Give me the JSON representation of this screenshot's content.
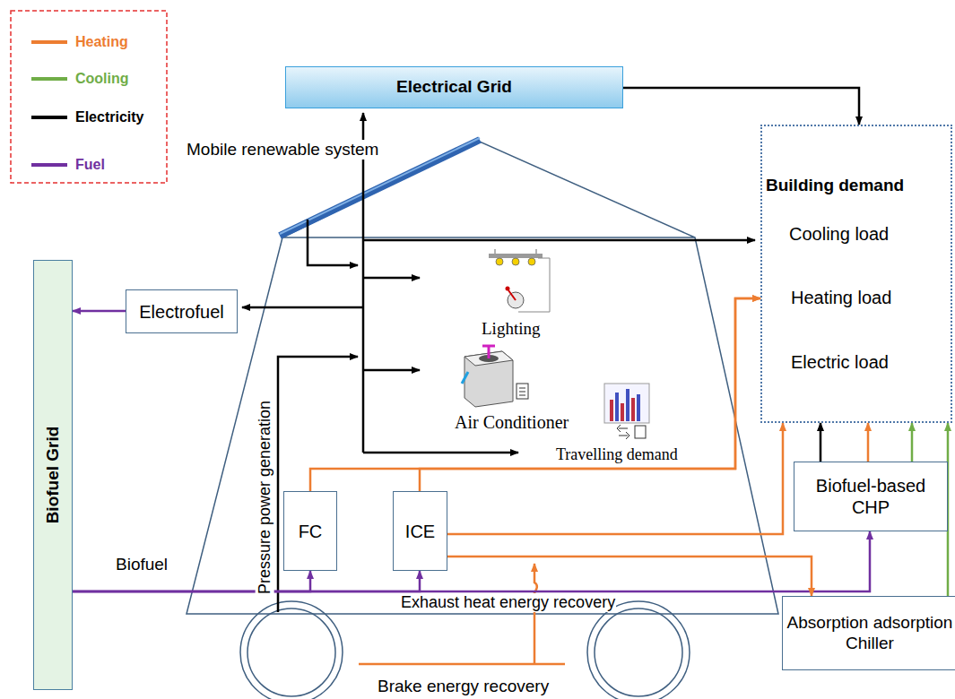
{
  "diagram": {
    "nodes": [
      {
        "text": [
          "Electrical Grid"
        ]
      },
      {
        "text": [
          "Building demand",
          "Cooling load",
          "Heating load",
          "Electric load"
        ]
      },
      {
        "text": [
          "Biofuel Grid"
        ]
      },
      {
        "text": [
          "Electrofuel"
        ]
      },
      {
        "text": [
          "FC"
        ]
      },
      {
        "text": [
          "ICE"
        ]
      },
      {
        "text": [
          "Biofuel-based CHP"
        ]
      },
      {
        "text": [
          "Absorption adsorption Chiller"
        ]
      }
    ],
    "edges": [
      {
        "from": 0,
        "to": 1,
        "arrow": "to"
      },
      {
        "from": 3,
        "to": 2,
        "arrow": "to"
      },
      {
        "from": 2,
        "to": 4,
        "arrow": "to"
      },
      {
        "from": 2,
        "to": 5,
        "arrow": "to"
      },
      {
        "from": 2,
        "to": 6,
        "arrow": "to"
      },
      {
        "from": 4,
        "to": 1,
        "arrow": "to"
      },
      {
        "from": 5,
        "to": 1,
        "arrow": "to"
      },
      {
        "from": 5,
        "to": 1,
        "arrow": "to"
      },
      {
        "from": 5,
        "to": 7,
        "arrow": "to"
      },
      {
        "from": 6,
        "to": 1,
        "arrow": "to"
      },
      {
        "from": 6,
        "to": 1,
        "arrow": "to"
      },
      {
        "from": 6,
        "to": 1,
        "arrow": "to"
      },
      {
        "from": 7,
        "to": 1,
        "arrow": "to"
      }
    ],
    "labels": [
      "Mobile renewable system",
      "Lighting",
      "Air Conditioner",
      "Travelling demand",
      "Pressure power generation",
      "Biofuel",
      "Exhaust heat energy recovery",
      "Brake energy recovery"
    ],
    "legend": [
      {
        "text": "Heating",
        "color": "#ed7d31"
      },
      {
        "text": "Cooling",
        "color": "#70ad47"
      },
      {
        "text": "Electricity",
        "color": "#000000"
      },
      {
        "text": "Fuel",
        "color": "#7030a0"
      }
    ]
  }
}
